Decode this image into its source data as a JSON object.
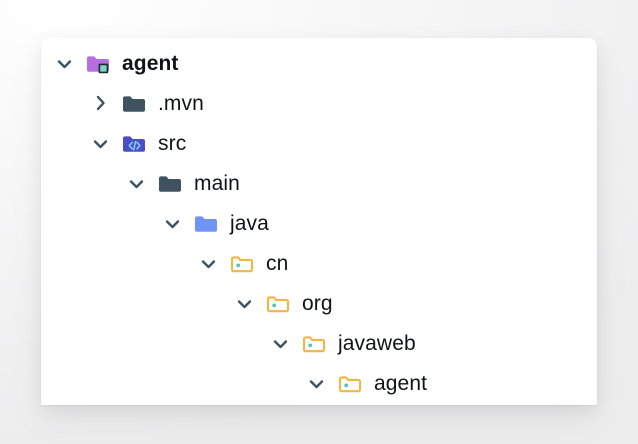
{
  "page": {
    "background_color": "#f2f2f3",
    "card_background": "#ffffff"
  },
  "colors": {
    "chevron": "#3c5361",
    "text": "#111317",
    "folder_module_purple": "#b86ede",
    "folder_badge_teal": "#7fd4c8",
    "folder_badge_outline": "#1d2b33",
    "folder_plain_slate": "#3f5260",
    "folder_source_indigo": "#4a4fc4",
    "folder_source_glyph": "#7fc4f5",
    "folder_java_blue": "#7094f5",
    "folder_package_orange": "#f5b543",
    "folder_package_dot": "#58c4b4"
  },
  "tree": {
    "name": "project-file-tree",
    "nodes": [
      {
        "label": "agent",
        "depth": 0,
        "bold": true,
        "expanded": true,
        "toggle": "chevron-down",
        "icon": "folder-module-purple-badge"
      },
      {
        "label": ".mvn",
        "depth": 1,
        "bold": false,
        "expanded": false,
        "toggle": "chevron-right",
        "icon": "folder-plain-slate"
      },
      {
        "label": "src",
        "depth": 1,
        "bold": false,
        "expanded": true,
        "toggle": "chevron-down",
        "icon": "folder-source-code"
      },
      {
        "label": "main",
        "depth": 2,
        "bold": false,
        "expanded": true,
        "toggle": "chevron-down",
        "icon": "folder-plain-slate"
      },
      {
        "label": "java",
        "depth": 3,
        "bold": false,
        "expanded": true,
        "toggle": "chevron-down",
        "icon": "folder-java-blue"
      },
      {
        "label": "cn",
        "depth": 4,
        "bold": false,
        "expanded": true,
        "toggle": "chevron-down",
        "icon": "folder-package-orange"
      },
      {
        "label": "org",
        "depth": 5,
        "bold": false,
        "expanded": true,
        "toggle": "chevron-down",
        "icon": "folder-package-orange"
      },
      {
        "label": "javaweb",
        "depth": 6,
        "bold": false,
        "expanded": true,
        "toggle": "chevron-down",
        "icon": "folder-package-orange"
      },
      {
        "label": "agent",
        "depth": 7,
        "bold": false,
        "expanded": true,
        "toggle": "chevron-down",
        "icon": "folder-package-orange"
      }
    ]
  }
}
